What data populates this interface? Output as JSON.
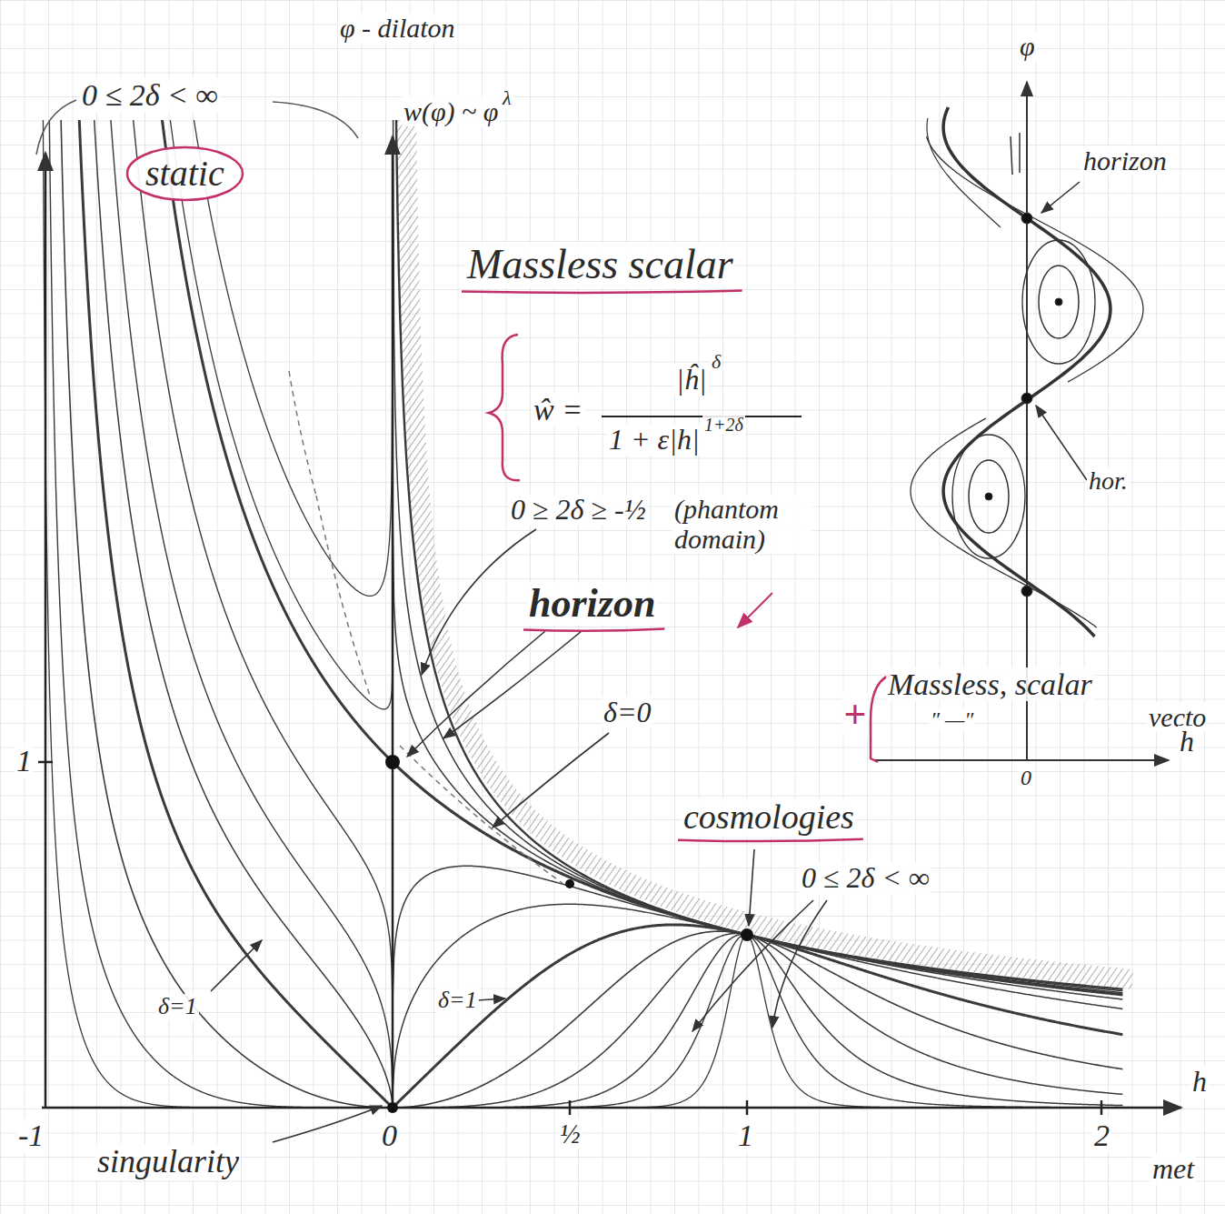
{
  "diagram": {
    "nodes": [
      {
        "text": [
          "static"
        ]
      }
    ],
    "labels": [
      "0 ≤ 2δ < ∞",
      "φ - dilaton",
      "w(φ) ~ φ",
      "λ",
      "Massless scalar",
      "ŵ =",
      "|ĥ|",
      "δ",
      "1 + ε|h|",
      "1+2δ",
      "0 ≥ 2δ ≥ -½",
      "(phantom domain)",
      "horizon",
      "δ=0",
      "cosmologies",
      "0 ≤ 2δ < ∞",
      "δ=1",
      "δ=1",
      "1",
      "-1",
      "0",
      "½",
      "1",
      "2",
      "h",
      "met",
      "singularity",
      "φ",
      "horizon",
      "hor.",
      "+",
      "Massless, scalar",
      "″ —″",
      "vecto",
      "0",
      "h"
    ]
  }
}
